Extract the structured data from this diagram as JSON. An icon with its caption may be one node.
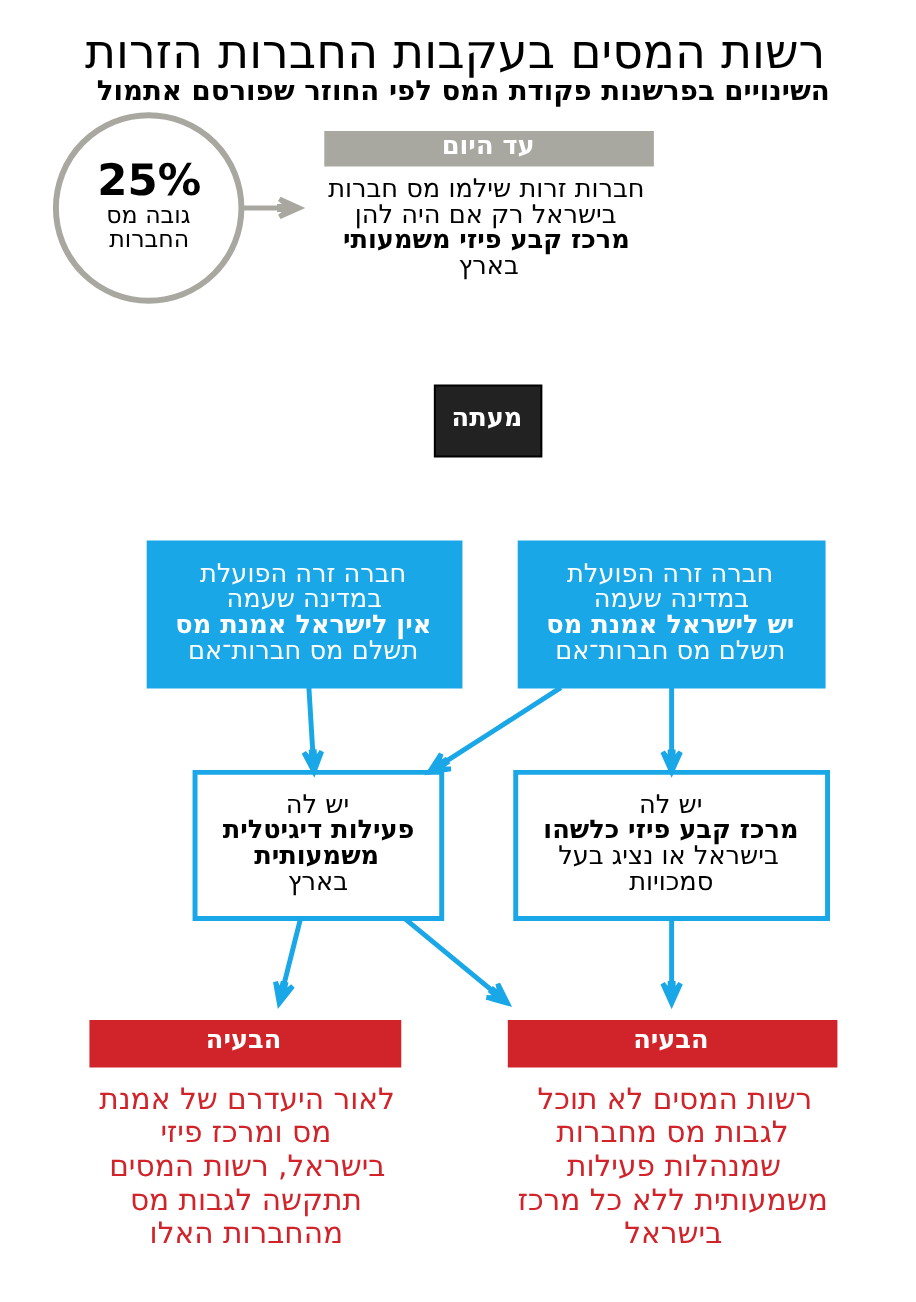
{
  "diagram": {
    "title": "רשות המסים בעקבות החברות הזרות",
    "caption": "השינויים בפרשנות פקודת המס לפי החוזר שפורסם אתמול",
    "nodes": [
      {
        "text": [
          "25%",
          "גובה מס החברות"
        ]
      },
      {
        "text": [
          "עד היום",
          "חברות זרות שילמו מס חברות בישראל רק אם היה להן **מרכז קבע פיזי משמעותי** בארץ"
        ]
      },
      {
        "text": [
          "מעתה"
        ]
      },
      {
        "text": [
          "חברה זרה הפועלת במדינה שעמה **יש לישראל אמנת מס** תשלם מס חברות־אם"
        ]
      },
      {
        "text": [
          "חברה זרה הפועלת במדינה שעמה **אין לישראל אמנת מס** תשלם מס חברות־אם"
        ]
      },
      {
        "text": [
          "יש לה **מרכז קבע פיזי כלשהו** בישראל או נציג בעל סמכויות"
        ]
      },
      {
        "text": [
          "יש לה **פעילות דיגיטלית משמעותית** בארץ"
        ]
      },
      {
        "text": [
          "הבעיה",
          "רשות המסים לא תוכל לגבות מס מחברות שמנהלות פעילות משמעותית ללא כל מרכז בישראל"
        ]
      },
      {
        "text": [
          "הבעיה",
          "לאור היעדרם של אמנת מס ומרכז פיזי בישראל, רשות המסים תתקשה לגבות מס מהחברות האלו"
        ]
      }
    ],
    "edges": [
      {
        "from": 0,
        "to": 1,
        "arrow": "to",
        "color": "#a8a8a0"
      },
      {
        "from": 3,
        "to": 5,
        "arrow": "to"
      },
      {
        "from": 3,
        "to": 6,
        "arrow": "to"
      },
      {
        "from": 4,
        "to": 6,
        "arrow": "to"
      },
      {
        "from": 6,
        "to": 8,
        "arrow": "to"
      },
      {
        "from": 6,
        "to": 7,
        "arrow": "to"
      },
      {
        "from": 5,
        "to": 7,
        "arrow": "to"
      }
    ]
  }
}
